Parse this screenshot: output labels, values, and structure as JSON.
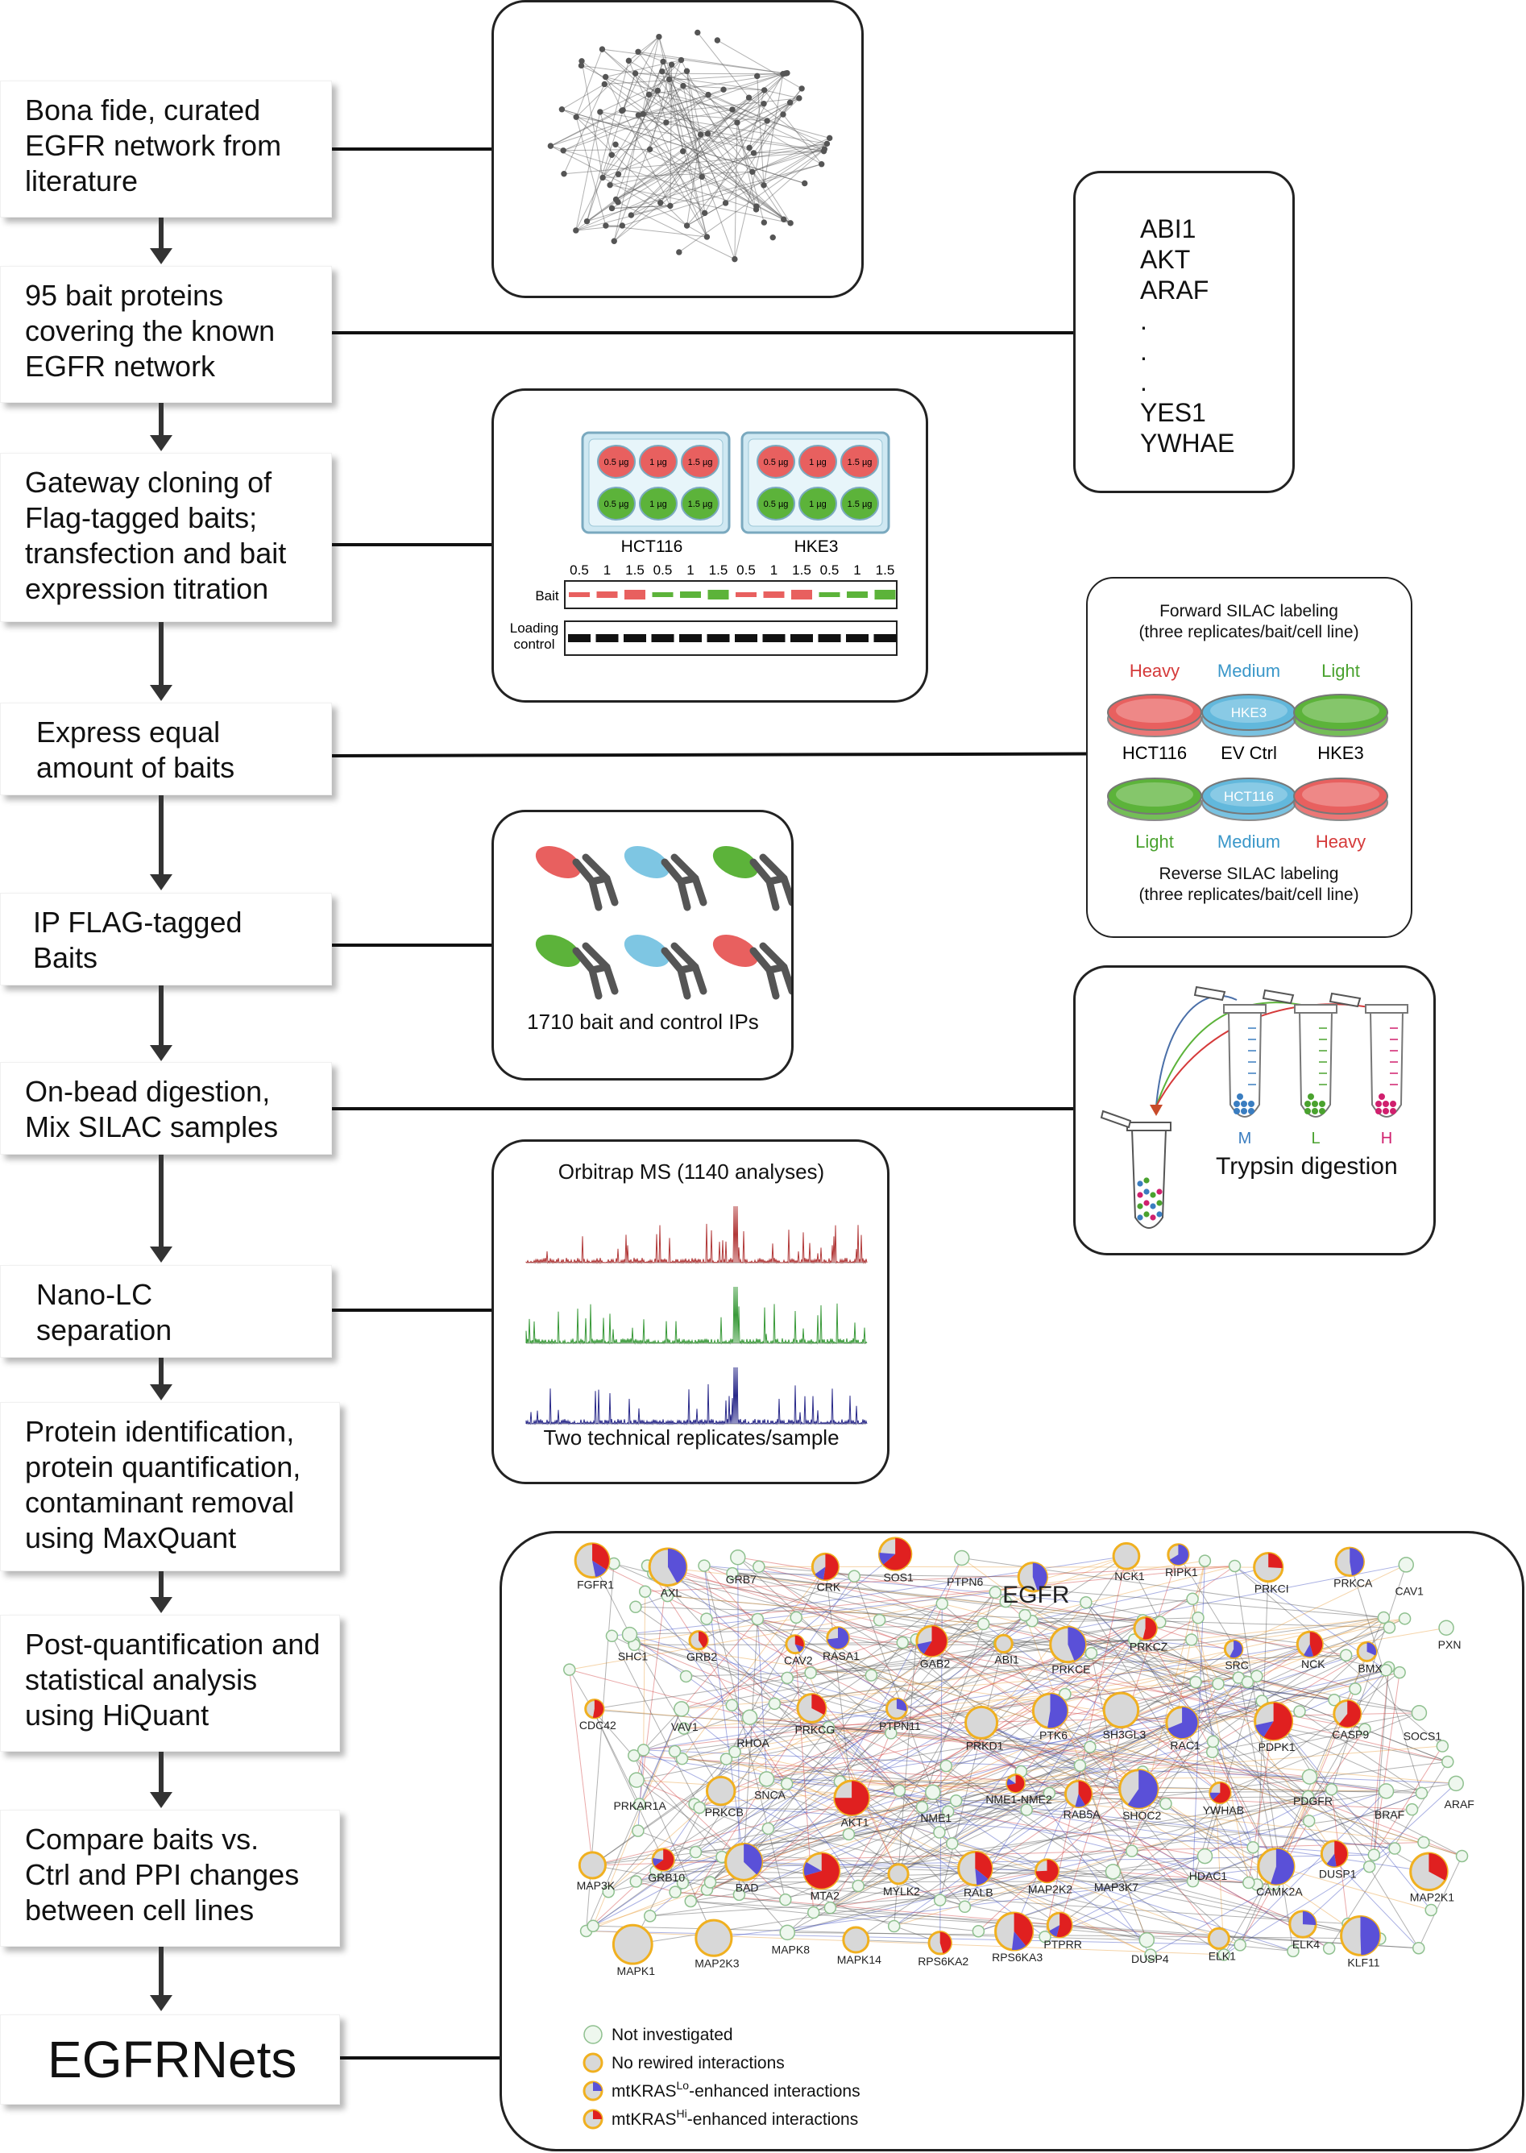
{
  "steps": [
    {
      "label": "Bona fide, curated\nEGFR network from\nliterature"
    },
    {
      "label": "95 bait proteins\ncovering the known\nEGFR network"
    },
    {
      "label": "Gateway cloning of\nFlag-tagged baits;\ntransfection and bait\nexpression titration"
    },
    {
      "label": "Express equal\namount of baits"
    },
    {
      "label": "IP FLAG-tagged\nBaits"
    },
    {
      "label": "On-bead digestion,\nMix SILAC samples"
    },
    {
      "label": "Nano-LC\nseparation"
    },
    {
      "label": "Protein identification,\nprotein quantification,\ncontaminant removal\nusing MaxQuant"
    },
    {
      "label": "Post-quantification and\nstatistical analysis\nusing HiQuant"
    },
    {
      "label": "Compare baits vs.\nCtrl and PPI changes\nbetween cell lines"
    },
    {
      "label": "EGFRNets"
    }
  ],
  "bait_list": [
    "ABI1",
    "AKT",
    "ARAF",
    ".",
    ".",
    ".",
    "YES1",
    "YWHAE"
  ],
  "titration": {
    "cell_lines": [
      "HCT116",
      "HKE3"
    ],
    "wells_top": [
      "0.5 µg",
      "1 µg",
      "1.5 µg"
    ],
    "wells_bottom": [
      "0.5 µg",
      "1 µg",
      "1.5 µg"
    ],
    "amounts": [
      "0.5",
      "1",
      "1.5",
      "0.5",
      "1",
      "1.5",
      "0.5",
      "1",
      "1.5",
      "0.5",
      "1",
      "1.5"
    ],
    "bait_label": "Bait",
    "loading_label": "Loading\ncontrol"
  },
  "silac": {
    "forward_title": "Forward SILAC labeling\n(three replicates/bait/cell line)",
    "top_labels": [
      "Heavy",
      "Medium",
      "Light"
    ],
    "top_dish_text": [
      "",
      "HKE3",
      ""
    ],
    "middle_labels": [
      "HCT116",
      "EV Ctrl",
      "HKE3"
    ],
    "bottom_dish_text": [
      "",
      "HCT116",
      ""
    ],
    "bottom_labels": [
      "Light",
      "Medium",
      "Heavy"
    ],
    "reverse_title": "Reverse SILAC labeling\n(three replicates/bait/cell line)",
    "colors": {
      "heavy": "#e8605f",
      "medium": "#62b8dc",
      "light": "#5cb33a"
    }
  },
  "ip": {
    "caption": "1710 bait and control IPs"
  },
  "trypsin": {
    "tubes": [
      "M",
      "L",
      "H"
    ],
    "caption": "Trypsin digestion"
  },
  "ms": {
    "title": "Orbitrap MS (1140 analyses)",
    "caption": "Two technical replicates/sample"
  },
  "network": {
    "labels": [
      "FGFR1",
      "AXL",
      "GRB7",
      "CRK",
      "SOS1",
      "PTPN6",
      "EGFR",
      "NCK1",
      "RIPK1",
      "PRKCI",
      "PRKCA",
      "CAV1",
      "SHC1",
      "GRB2",
      "CAV2",
      "RASA1",
      "GAB2",
      "ABI1",
      "PRKCE",
      "PRKCZ",
      "SRC",
      "NCK",
      "BMX",
      "PXN",
      "CDC42",
      "VAV1",
      "RHOA",
      "PRKCG",
      "PTPN11",
      "PRKD1",
      "PTK6",
      "SH3GL3",
      "RAC1",
      "PDPK1",
      "CASP9",
      "SOCS1",
      "PRKAR1A",
      "PRKCB",
      "SNCA",
      "AKT1",
      "NME1",
      "NME1-NME2",
      "RAB5A",
      "SHOC2",
      "YWHAB",
      "PDGFR",
      "BRAF",
      "ARAF",
      "MAP3K",
      "GRB10",
      "BAD",
      "MTA2",
      "MYLK2",
      "RALB",
      "MAP2K2",
      "MAP3K7",
      "HDAC1",
      "CAMK2A",
      "DUSP1",
      "MAP2K1",
      "MAPK1",
      "MAP2K3",
      "MAPK8",
      "MAPK14",
      "RPS6KA2",
      "RPS6KA3",
      "PTPRR",
      "DUSP4",
      "ELK1",
      "ELK4",
      "KLF11"
    ],
    "legend": [
      {
        "text": "Not investigated",
        "sup": ""
      },
      {
        "text": "No rewired interactions",
        "sup": ""
      },
      {
        "text": "mtKRAS",
        "sup": "Lo",
        "suffix": "-enhanced interactions"
      },
      {
        "text": "mtKRAS",
        "sup": "Hi",
        "suffix": "-enhanced interactions"
      }
    ]
  }
}
